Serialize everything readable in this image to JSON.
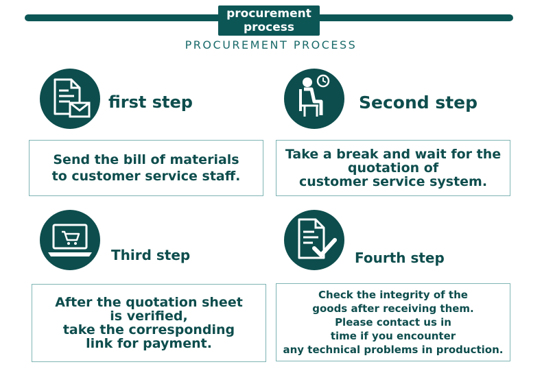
{
  "header": {
    "title_line1": "procurement",
    "title_line2": "process",
    "subtitle": "PROCUREMENT PROCESS"
  },
  "steps": [
    {
      "label": "first step",
      "icon": "document-mail-icon",
      "lines": [
        "Send the bill of materials",
        "to customer service staff."
      ]
    },
    {
      "label": "Second step",
      "icon": "person-waiting-clock-icon",
      "lines": [
        "Take a break and wait for the",
        "quotation of",
        "customer service system."
      ]
    },
    {
      "label": "Third step",
      "icon": "laptop-cart-icon",
      "lines": [
        "After the quotation sheet",
        "is verified,",
        "take the corresponding",
        "link for payment."
      ]
    },
    {
      "label": "Fourth step",
      "icon": "document-check-icon",
      "lines": [
        "Check the integrity of the",
        "goods after receiving them.",
        "Please contact us in",
        "time if you encounter",
        "any technical problems in production."
      ]
    }
  ],
  "colors": {
    "primary": "#0d5656",
    "text": "#0e4d4d",
    "border": "#7fb3b3"
  }
}
